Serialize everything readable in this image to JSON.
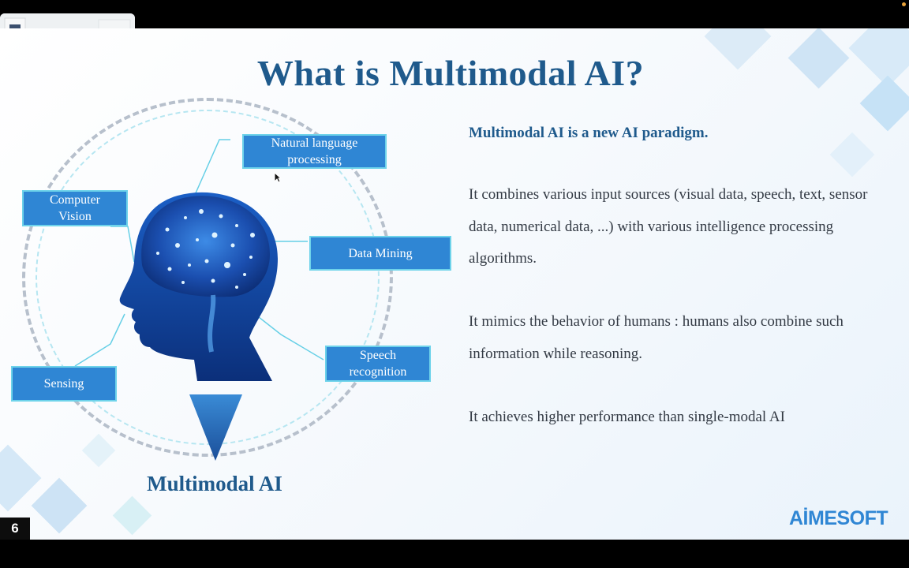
{
  "slide": {
    "title": "What is Multimodal AI?",
    "page_number": "6",
    "logo_text": "AİMESOFT"
  },
  "diagram": {
    "center_label": "Multimodal AI",
    "boxes": {
      "nlp": {
        "line1": "Natural language",
        "line2": "processing"
      },
      "computer_vision": {
        "line1": "Computer",
        "line2": "Vision"
      },
      "data_mining": "Data Mining",
      "speech": {
        "line1": "Speech",
        "line2": "recognition"
      },
      "sensing": "Sensing"
    },
    "colors": {
      "box_fill": "#2f86d4",
      "box_border": "#6ed3ea",
      "title": "#1f5a8c"
    }
  },
  "text": {
    "lead": "Multimodal AI is a new AI paradigm.",
    "p1": "It combines various input sources (visual data, speech, text, sensor data, numerical data, ...) with various intelligence processing algorithms.",
    "p2": "It mimics the behavior of humans : humans also combine such information while reasoning.",
    "p3": "It achieves higher performance than single-modal AI"
  }
}
